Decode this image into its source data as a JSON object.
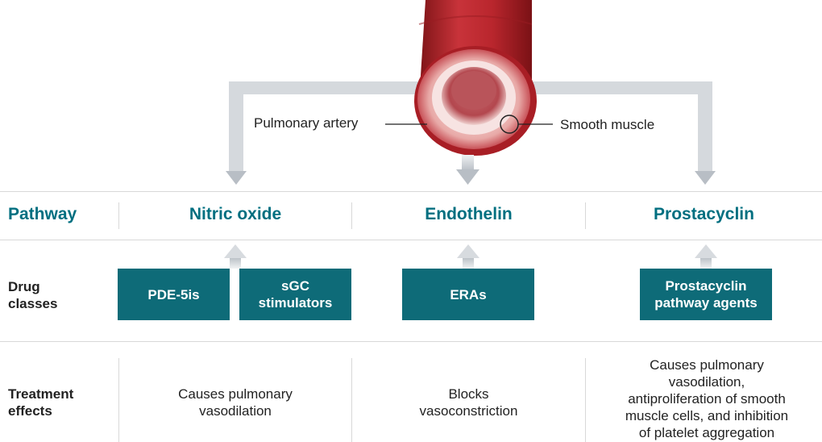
{
  "diagram": {
    "artery_labels": {
      "pulmonary_artery": "Pulmonary artery",
      "smooth_muscle": "Smooth muscle"
    },
    "row_headers": {
      "pathway": "Pathway",
      "drug_classes_line1": "Drug",
      "drug_classes_line2": "classes",
      "treatment_effects_line1": "Treatment",
      "treatment_effects_line2": "effects"
    },
    "pathways": [
      "Nitric oxide",
      "Endothelin",
      "Prostacyclin"
    ],
    "drug_classes": {
      "pde5": "PDE-5is",
      "sgc_line1": "sGC",
      "sgc_line2": "stimulators",
      "eras": "ERAs",
      "prostacyclin_line1": "Prostacyclin",
      "prostacyclin_line2": "pathway agents"
    },
    "effects": {
      "nitric_oxide": [
        "Causes pulmonary",
        "vasodilation"
      ],
      "endothelin": [
        "Blocks",
        "vasoconstriction"
      ],
      "prostacyclin": [
        "Causes pulmonary",
        "vasodilation,",
        "antiproliferation of smooth",
        "muscle cells, and inhibition",
        "of platelet aggregation"
      ]
    },
    "colors": {
      "teal_text": "#006f80",
      "teal_box": "#0e6b78",
      "arrow": "#c8cdd2",
      "artery": "#b8262c"
    }
  }
}
